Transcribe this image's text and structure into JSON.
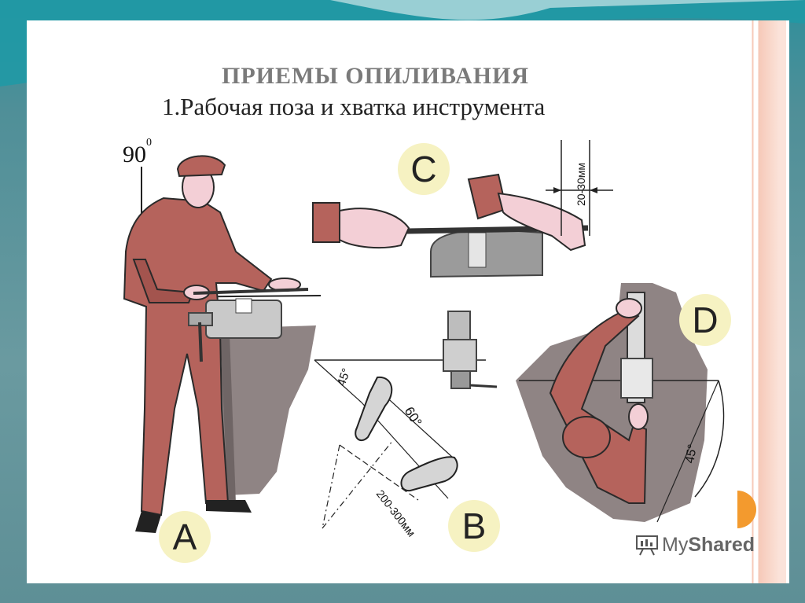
{
  "slide": {
    "title": "ПРИЕМЫ ОПИЛИВАНИЯ",
    "subtitle": "1.Рабочая поза и хватка инструмента"
  },
  "figure": {
    "panels": [
      {
        "letter": "A"
      },
      {
        "letter": "B"
      },
      {
        "letter": "C"
      },
      {
        "letter": "D"
      }
    ],
    "annotations": {
      "angle_90": "90",
      "angle_90_sup": "0",
      "angle_45_b": "45°",
      "angle_60": "60°",
      "distance_b": "200-300мм",
      "distance_c": "20-30мм",
      "angle_45_d": "45°"
    }
  },
  "watermark": {
    "prefix": "My",
    "brand": "Shared"
  },
  "colors": {
    "body_suit": "#b5635c",
    "outline": "#2a2a2a",
    "skin": "#f3cfd6",
    "floor_gray": "#8f8484",
    "label_bg": "#f6f2c2"
  }
}
